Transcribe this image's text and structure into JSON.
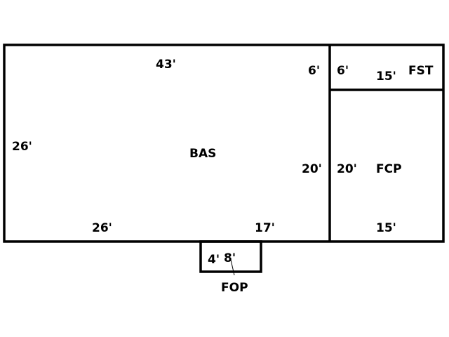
{
  "areas": {
    "bas": {
      "label": "BAS",
      "top": "43'",
      "left": "26'",
      "right_upper": "6'",
      "right_lower": "20'",
      "bottom_left": "26'",
      "bottom_right": "17'"
    },
    "fst": {
      "label": "FST",
      "left": "6'",
      "bottom": "15'"
    },
    "fcp": {
      "label": "FCP",
      "left": "20'",
      "bottom": "15'"
    },
    "fop": {
      "label": "FOP",
      "width": "4'",
      "depth": "8'"
    }
  }
}
